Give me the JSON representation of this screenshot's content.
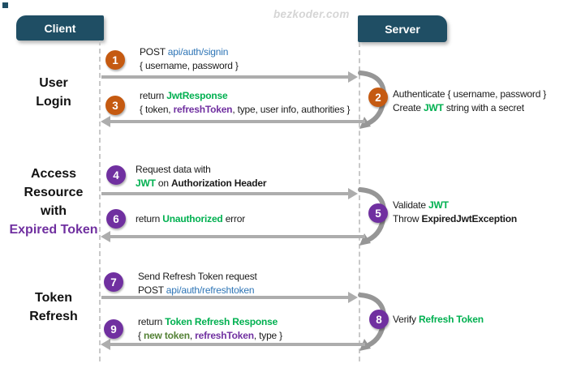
{
  "watermark": "bezkoder.com",
  "actors": {
    "client": "Client",
    "server": "Server"
  },
  "colors": {
    "header_bg": "#1F4E64",
    "step_orange": "#C55A11",
    "step_purple": "#7030A0",
    "keyword_green": "#00B050",
    "keyword_dark_green": "#538135",
    "api_link_blue": "#2E75B6",
    "arrow_gray": "#ADADAD"
  },
  "sections": {
    "user_login": {
      "lines": [
        [
          {
            "t": "User"
          }
        ],
        [
          {
            "t": "Login"
          }
        ]
      ]
    },
    "access_resource": {
      "lines": [
        [
          {
            "t": "Access"
          }
        ],
        [
          {
            "t": "Resource"
          }
        ],
        [
          {
            "t": "with"
          }
        ],
        [
          {
            "t": "Expired Token",
            "s": "purple"
          }
        ]
      ]
    },
    "token_refresh": {
      "lines": [
        [
          {
            "t": "Token"
          }
        ],
        [
          {
            "t": "Refresh"
          }
        ]
      ]
    }
  },
  "steps": {
    "s1": {
      "num": "1",
      "color": "orange",
      "lines": [
        [
          {
            "t": "POST "
          },
          {
            "t": "api/auth/signin",
            "s": "link"
          }
        ],
        [
          {
            "t": "{ username, password }"
          }
        ]
      ]
    },
    "s2": {
      "num": "2",
      "color": "orange",
      "lines": [
        [
          {
            "t": "Authenticate { username, password }"
          }
        ],
        [
          {
            "t": "Create "
          },
          {
            "t": "JWT",
            "s": "green"
          },
          {
            "t": " string with a secret"
          }
        ]
      ]
    },
    "s3": {
      "num": "3",
      "color": "orange",
      "lines": [
        [
          {
            "t": "return "
          },
          {
            "t": "JwtResponse",
            "s": "green"
          }
        ],
        [
          {
            "t": "{ token, "
          },
          {
            "t": "refreshToken",
            "s": "purple"
          },
          {
            "t": ", type, user info, authorities }"
          }
        ]
      ]
    },
    "s4": {
      "num": "4",
      "color": "purple",
      "lines": [
        [
          {
            "t": "Request data with"
          }
        ],
        [
          {
            "t": "JWT",
            "s": "green"
          },
          {
            "t": " on "
          },
          {
            "t": "Authorization Header",
            "s": "bold"
          }
        ]
      ]
    },
    "s5": {
      "num": "5",
      "color": "purple",
      "lines": [
        [
          {
            "t": "Validate "
          },
          {
            "t": "JWT",
            "s": "green"
          }
        ],
        [
          {
            "t": "Throw "
          },
          {
            "t": "ExpiredJwtException",
            "s": "bold"
          }
        ]
      ]
    },
    "s6": {
      "num": "6",
      "color": "purple",
      "lines": [
        [
          {
            "t": "return "
          },
          {
            "t": "Unauthorized",
            "s": "green"
          },
          {
            "t": " error"
          }
        ]
      ]
    },
    "s7": {
      "num": "7",
      "color": "purple",
      "lines": [
        [
          {
            "t": "Send Refresh Token request"
          }
        ],
        [
          {
            "t": "POST "
          },
          {
            "t": "api/auth/refreshtoken",
            "s": "link"
          }
        ]
      ]
    },
    "s8": {
      "num": "8",
      "color": "purple",
      "lines": [
        [
          {
            "t": "Verify "
          },
          {
            "t": "Refresh Token",
            "s": "green"
          }
        ]
      ]
    },
    "s9": {
      "num": "9",
      "color": "purple",
      "lines": [
        [
          {
            "t": "return "
          },
          {
            "t": "Token Refresh Response",
            "s": "green"
          }
        ],
        [
          {
            "t": "{ "
          },
          {
            "t": "new token",
            "s": "dgreen"
          },
          {
            "t": ", "
          },
          {
            "t": "refreshToken",
            "s": "purple"
          },
          {
            "t": ", type }"
          }
        ]
      ]
    }
  }
}
